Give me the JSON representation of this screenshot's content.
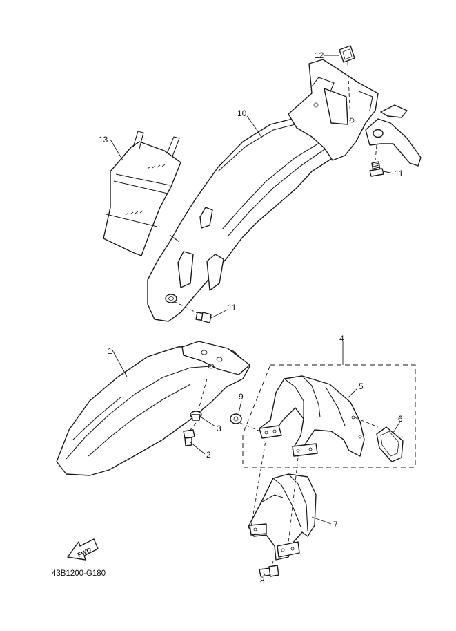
{
  "diagram": {
    "drawing_code": "43B1200-G180",
    "fwd_label": "FWD",
    "callouts": {
      "c1": "1",
      "c2": "2",
      "c3": "3",
      "c4": "4",
      "c5": "5",
      "c6": "6",
      "c7": "7",
      "c8": "8",
      "c9": "9",
      "c10": "10",
      "c11a": "11",
      "c11b": "11",
      "c12": "12",
      "c13": "13"
    }
  }
}
